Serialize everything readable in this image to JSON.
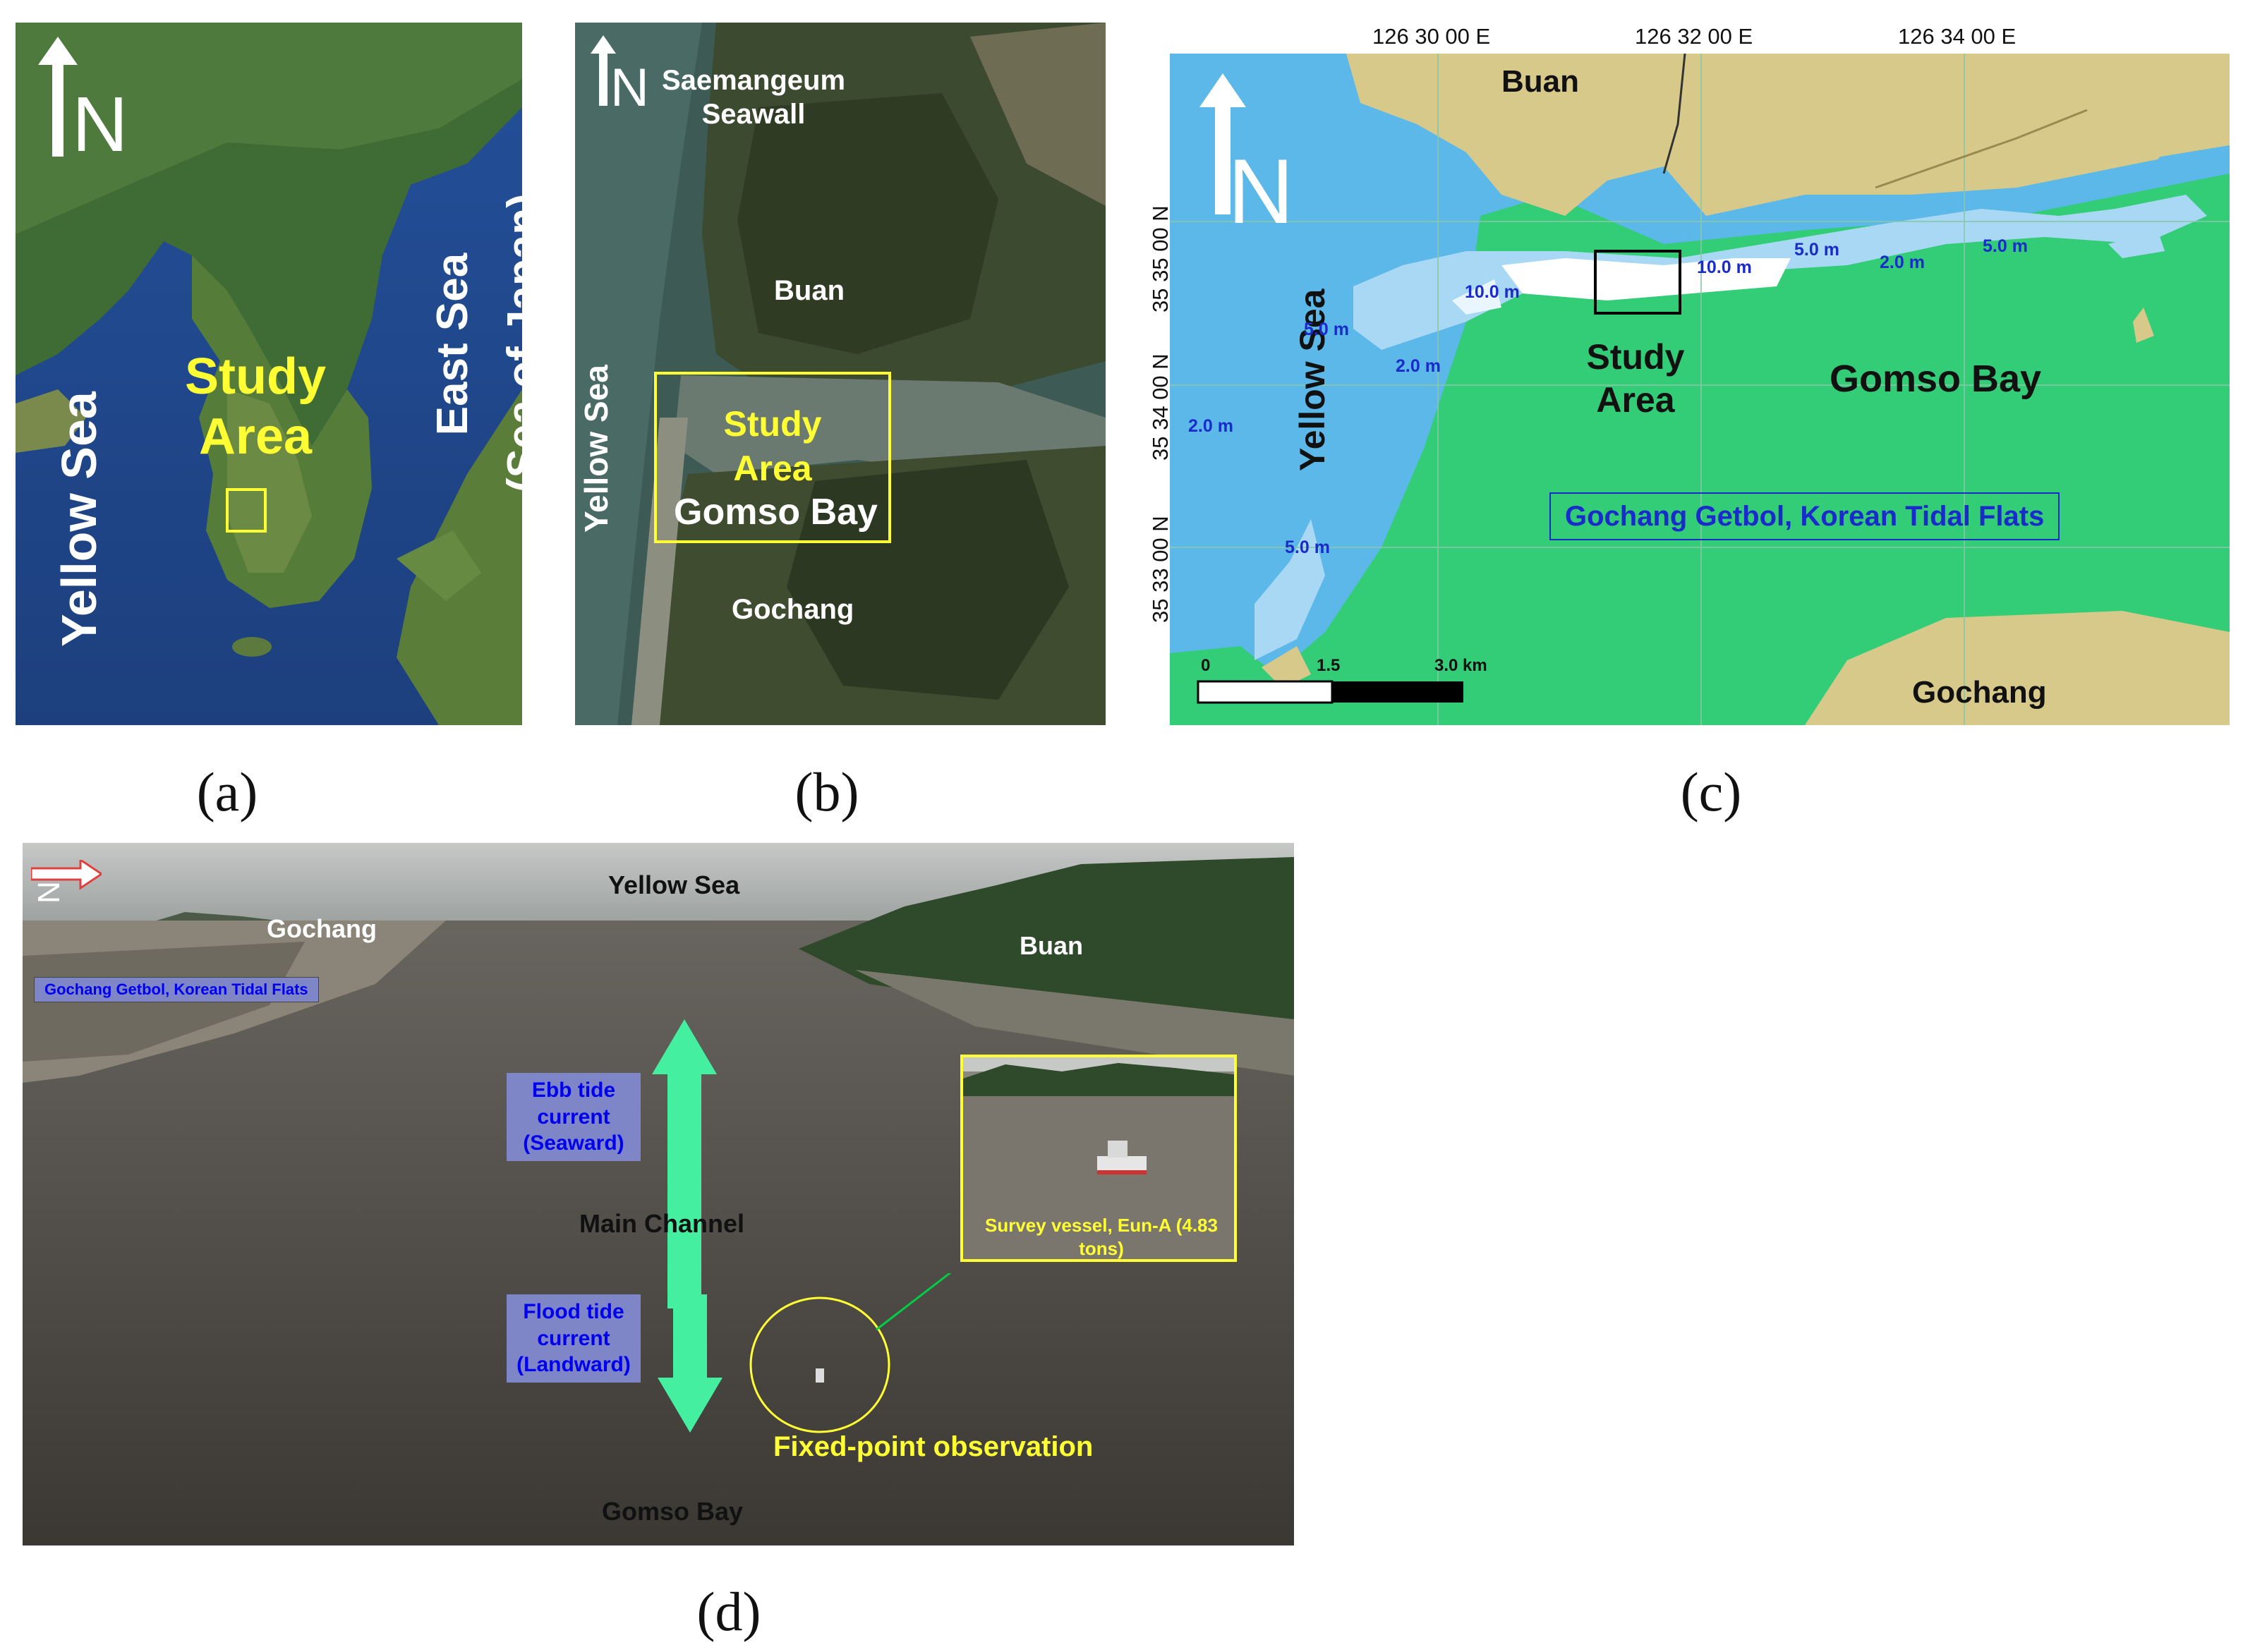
{
  "panels": {
    "a": {
      "caption": "(a)",
      "labels": {
        "north": "N",
        "study_area": "Study Area",
        "yellow_sea": "Yellow Sea",
        "east_sea_line1": "East Sea",
        "east_sea_line2": "(Sea of Japan)"
      },
      "colors": {
        "label_yellow": "#ffff33",
        "label_white": "#ffffff"
      }
    },
    "b": {
      "caption": "(b)",
      "labels": {
        "north": "N",
        "saemangeum": "Saemangeum Seawall",
        "buan": "Buan",
        "study_area": "Study Area",
        "gomso_bay": "Gomso Bay",
        "yellow_sea": "Yellow Sea",
        "gochang": "Gochang"
      }
    },
    "c": {
      "caption": "(c)",
      "longitudes": [
        "126 30 00 E",
        "126 32 00 E",
        "126 34 00 E"
      ],
      "latitudes": [
        "35 35 00 N",
        "35 34 00 N",
        "35 33 00 N"
      ],
      "labels": {
        "north": "N",
        "buan": "Buan",
        "yellow_sea": "Yellow Sea",
        "study_area": "Study Area",
        "gomso_bay": "Gomso Bay",
        "gochang": "Gochang",
        "getbol": "Gochang Getbol, Korean Tidal Flats"
      },
      "depth_labels": {
        "d1": "10.0 m",
        "d2": "10.0 m",
        "d3": "5.0 m",
        "d4": "5.0 m",
        "d5": "5.0 m",
        "d6": "5.0 m",
        "d7": "2.0 m",
        "d8": "2.0 m",
        "d9": "2.0 m"
      },
      "scale_bar": {
        "zero": "0",
        "mid": "1.5",
        "end": "3.0 km"
      },
      "colors": {
        "land": "#d7c98a",
        "tidal_flat": "#33cc77",
        "sea": "#5bb8e8",
        "deep": "#a9d8f5",
        "deepest": "#ffffff",
        "depth_text": "#1a2bcc"
      }
    },
    "d": {
      "caption": "(d)",
      "labels": {
        "north": "N",
        "yellow_sea": "Yellow Sea",
        "gochang": "Gochang",
        "buan": "Buan",
        "getbol": "Gochang Getbol, Korean Tidal Flats",
        "ebb": "Ebb tide current (Seaward)",
        "main_channel": "Main Channel",
        "flood": "Flood tide current (Landward)",
        "fixed_point": "Fixed-point observation",
        "gomso_bay": "Gomso Bay",
        "vessel": "Survey vessel, Eun-A (4.83 tons)"
      },
      "colors": {
        "arrow": "#44f0a0",
        "label_box": "#7f86c8",
        "label_text": "#0000ee",
        "yellow": "#ffff33"
      }
    }
  }
}
